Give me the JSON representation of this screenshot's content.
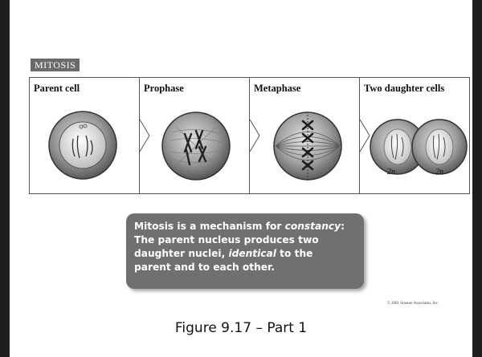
{
  "figure": {
    "title_tag": "MITOSIS",
    "stages": [
      {
        "label": "Parent cell"
      },
      {
        "label": "Prophase"
      },
      {
        "label": "Metaphase"
      },
      {
        "label": "Two daughter cells",
        "cell_labels": [
          "2n",
          "2n"
        ]
      }
    ]
  },
  "callout": {
    "line1_pre": "Mitosis is a mechanism for ",
    "line1_em": "constancy",
    "line1_post": ":",
    "line2": "The parent nucleus produces two",
    "line3_pre": "daughter nuclei, ",
    "line3_em": "identical",
    "line3_post": " to the",
    "line4": "parent and to each other."
  },
  "copyright": "© 2001 Sinauer Associates, Inc.",
  "caption": "Figure 9.17 – Part 1",
  "colors": {
    "background": "#1e1e1e",
    "slide": "#ffffff",
    "callout": "#707070",
    "tag": "#6a6a6a"
  }
}
